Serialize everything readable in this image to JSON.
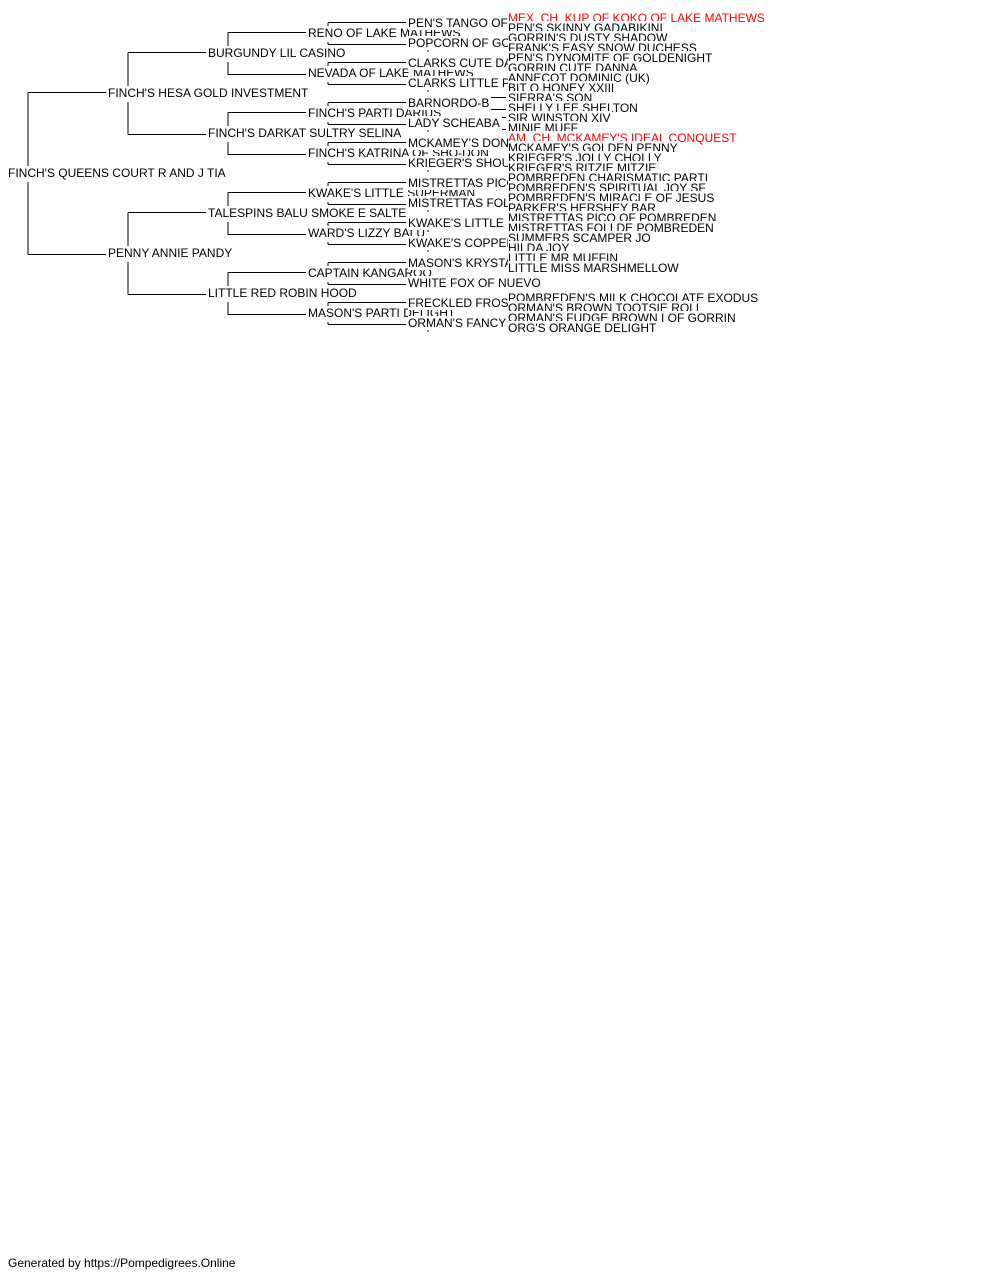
{
  "pedigree": {
    "name": "FINCH'S QUEENS COURT R AND J TIA",
    "sire": {
      "name": "FINCH'S HESA GOLD INVESTMENT",
      "sire": {
        "name": "BURGUNDY LIL CASINO",
        "sire": {
          "name": "RENO OF LAKE MATHEWS",
          "sire": {
            "name": "PEN'S TANGO OF LAKE MATHEWS",
            "sire": {
              "name": "MEX. CH. KUP OF KOKO OF LAKE MATHEWS",
              "champion": true
            },
            "dam": {
              "name": "PEN'S SKINNY GADABIKINI"
            }
          },
          "dam": {
            "name": "POPCORN OF GOLDEN NIGHT",
            "sire": {
              "name": "GORRIN'S DUSTY SHADOW"
            },
            "dam": {
              "name": "FRANK'S EASY SNOW DUCHESS"
            }
          }
        },
        "dam": {
          "name": "NEVADA OF LAKE MATHEWS",
          "sire": {
            "name": "CLARKS CUTE DANNA BOY PARTI",
            "sire": {
              "name": "PEN'S DYNOMITE OF GOLDENIGHT"
            },
            "dam": {
              "name": "GORRIN CUTE DANNA"
            }
          },
          "dam": {
            "name": "CLARKS LITTLE PRINCESS",
            "sire": {
              "name": "ANNECOT DOMINIC (UK)"
            },
            "dam": {
              "name": "BIT O HONEY XXIII"
            }
          }
        }
      },
      "dam": {
        "name": "FINCH'S DARKAT SULTRY SELINA",
        "sire": {
          "name": "FINCH'S PARTI DARIUS",
          "sire": {
            "name": "BARNORDO-B",
            "sire": {
              "name": "SIERRA'S SON"
            },
            "dam": {
              "name": "SHELLY LEE SHELTON"
            }
          },
          "dam": {
            "name": "LADY SCHEABA",
            "sire": {
              "name": "SIR WINSTON XIV"
            },
            "dam": {
              "name": "MINIE MUFF"
            }
          }
        },
        "dam": {
          "name": "FINCH'S KATRINA OF SHO-DON",
          "sire": {
            "name": "MCKAMEY'S DONNY",
            "sire": {
              "name": "AM. CH. MCKAMEY'S IDEAL CONQUEST",
              "champion": true
            },
            "dam": {
              "name": "MCKAMEY'S GOLDEN PENNY"
            }
          },
          "dam": {
            "name": "KRIEGER'S SHOULDN'T BE SHY",
            "sire": {
              "name": "KRIEGER'S JOLLY CHOLLY"
            },
            "dam": {
              "name": "KRIEGER'S RITZIE MITZIE"
            }
          }
        }
      }
    },
    "dam": {
      "name": "PENNY ANNIE PANDY",
      "sire": {
        "name": "TALESPINS BALU SMOKE E SALTE",
        "sire": {
          "name": "KWAKE'S LITTLE SUPERMAN",
          "sire": {
            "name": "MISTRETTAS PICO OF POMBREDEN",
            "sire": {
              "name": "POMBREDEN CHARISMATIC PARTI"
            },
            "dam": {
              "name": "POMBREDEN'S SPIRITUAL JOY SF"
            }
          },
          "dam": {
            "name": "MISTRETTAS FOLI DE POMBREDEN",
            "sire": {
              "name": "POMBREDEN'S MIRACLE OF JESUS"
            },
            "dam": {
              "name": "PARKER'S HERSHEY BAR"
            }
          }
        },
        "dam": {
          "name": "WARD'S LIZZY BALU",
          "sire": {
            "name": "KWAKE'S LITTLE SUPERMAN",
            "sire": {
              "name": "MISTRETTAS PICO OF POMBREDEN"
            },
            "dam": {
              "name": "MISTRETTAS FOLI DE POMBREDEN"
            }
          },
          "dam": {
            "name": "KWAKE'S COPPER GIRL",
            "sire": {
              "name": "SUMMERS SCAMPER JO"
            },
            "dam": {
              "name": "HILDA JOY"
            }
          }
        }
      },
      "dam": {
        "name": "LITTLE RED ROBIN HOOD",
        "sire": {
          "name": "CAPTAIN KANGAROO",
          "sire": {
            "name": "MASON'S KRYSTAL BARON",
            "sire": {
              "name": "LITTLE MR MUFFIN"
            },
            "dam": {
              "name": "LITTLE MISS MARSHMELLOW"
            }
          },
          "dam": {
            "name": "WHITE FOX OF NUEVO"
          }
        },
        "dam": {
          "name": "MASON'S PARTI DELIGHT",
          "sire": {
            "name": "FRECKLED FROSTY CINNA MA",
            "sire": {
              "name": "POMBREDEN'S MILK CHOCOLATE EXODUS"
            },
            "dam": {
              "name": "ORMAN'S BROWN TOOTSIE ROLL"
            }
          },
          "dam": {
            "name": "ORMAN'S FANCY LIL BLACK GIRL",
            "sire": {
              "name": "ORMAN'S FUDGE BROWN I OF GORRIN"
            },
            "dam": {
              "name": "ORG'S ORANGE DELIGHT"
            }
          }
        }
      }
    }
  },
  "colors": {
    "line": "#000000",
    "text": "#000000",
    "champion": "#ff0000"
  },
  "footer": "Generated by https://Pompedigrees.Online"
}
